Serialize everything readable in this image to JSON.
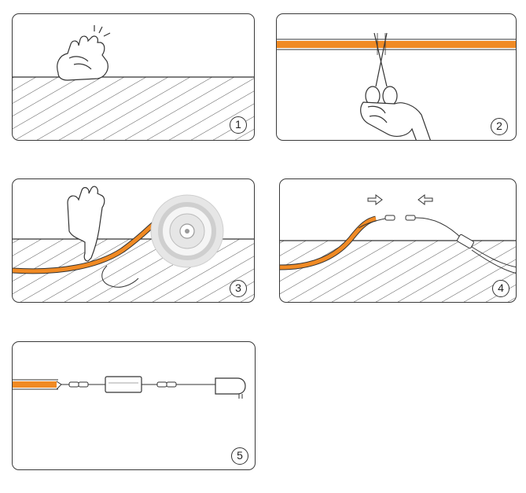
{
  "colors": {
    "strip": "#f08a24",
    "line": "#333333",
    "hatch": "#555555",
    "panel_border": "#3a3a3a"
  },
  "steps": [
    {
      "number": "1",
      "icon": "hand-cleaning-surface-icon"
    },
    {
      "number": "2",
      "icon": "scissors-cutting-strip-icon"
    },
    {
      "number": "3",
      "icon": "hand-applying-strip-from-reel-icon"
    },
    {
      "number": "4",
      "icon": "connectors-joining-icon"
    },
    {
      "number": "5",
      "icon": "strip-controller-adapter-icon"
    }
  ]
}
